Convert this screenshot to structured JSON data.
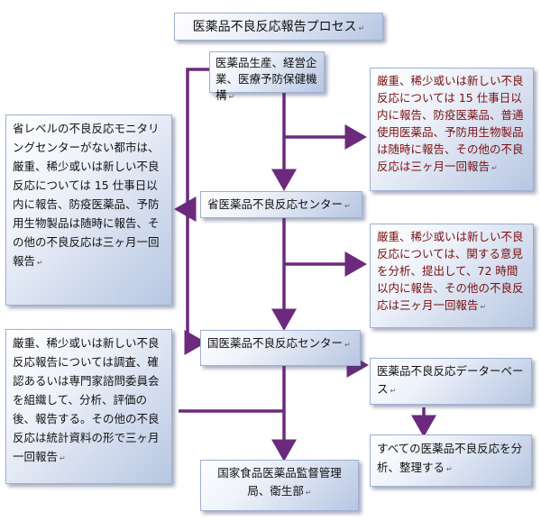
{
  "title": "医薬品不良反応報告プロセス",
  "nodes": {
    "producers": "医薬品生産、経営企業、医療予防保健機構",
    "provincial_center": "省医薬品不良反応センター",
    "national_center": "国医薬品不良反応センター",
    "database": "医薬品不良反応データーベース",
    "authorities": "国家食品医薬品監督管理局、衛生部"
  },
  "notes": {
    "producer_rule": "厳重、稀少或いは新しい不良反応については 15 仕事日以内に報告、防疫医薬品、普通使用医薬品、予防用生物製品は随時に報告、その他の不良反応は三ヶ月一回報告",
    "no_center_rule": "省レベルの不良反応モニタリングセンターがない都市は、厳重、稀少或いは新しい不良反応については 15 仕事日以内に報告、防疫医薬品、予防用生物製品は随時に報告、その他の不良反応は三ヶ月一回報告",
    "provincial_rule": "厳重、稀少或いは新しい不良反応については、関する意見を分析、提出して、72 時間以内に報告、その他の不良反応は三ヶ月一回報告",
    "national_rule": "厳重、稀少或いは新しい不良反応報告については調査、確認あるいは専門家諮問委員会を組織して、分析、評価の後、報告する。その他の不良反応は統計資料の形で三ヶ月一回報告",
    "database_rule": "すべての医薬品不良反応を分析、整理する"
  },
  "colors": {
    "arrow": "#6b2a7c",
    "red_text": "#7a1010",
    "box_gradient_end": "#b7c6e2"
  }
}
